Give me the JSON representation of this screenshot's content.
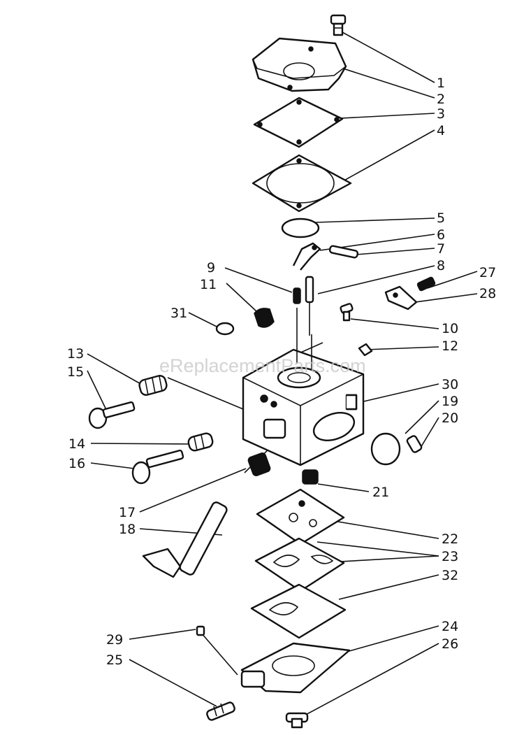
{
  "watermark": "eReplacementParts.com",
  "callouts": [
    "1",
    "2",
    "3",
    "4",
    "5",
    "6",
    "7",
    "8",
    "9",
    "11",
    "27",
    "28",
    "31",
    "10",
    "12",
    "13",
    "15",
    "30",
    "19",
    "20",
    "14",
    "16",
    "21",
    "17",
    "18",
    "22",
    "23",
    "32",
    "24",
    "29",
    "26",
    "25"
  ]
}
